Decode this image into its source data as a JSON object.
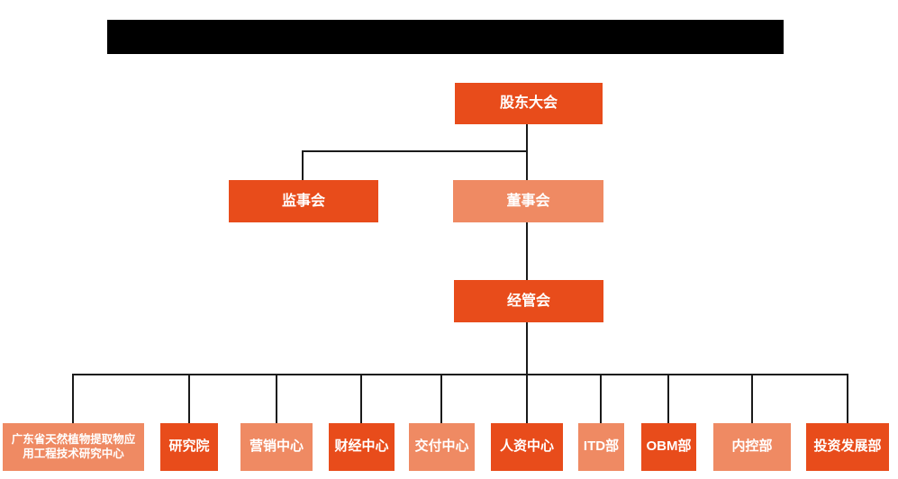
{
  "colors": {
    "node_primary": "#e84c1b",
    "node_secondary": "#ef8a63",
    "connector_line": "#1a1a1a",
    "redaction_bar": "#000000",
    "node_text": "#ffffff",
    "background": "#ffffff"
  },
  "title_bar": {
    "redacted": true
  },
  "org_chart": {
    "level1": [
      {
        "id": "shareholders-meeting",
        "label": "股东大会",
        "variant": "primary"
      }
    ],
    "level2": [
      {
        "id": "supervisory-board",
        "label": "监事会",
        "variant": "primary"
      },
      {
        "id": "board-of-directors",
        "label": "董事会",
        "variant": "secondary"
      }
    ],
    "level3": [
      {
        "id": "management-committee",
        "label": "经管会",
        "variant": "primary"
      }
    ],
    "level4": [
      {
        "id": "guangdong-research-center",
        "label": "广东省天然植物提取物应用工程技术研究中心",
        "variant": "secondary"
      },
      {
        "id": "research-institute",
        "label": "研究院",
        "variant": "primary"
      },
      {
        "id": "marketing-center",
        "label": "营销中心",
        "variant": "secondary"
      },
      {
        "id": "finance-center",
        "label": "财经中心",
        "variant": "primary"
      },
      {
        "id": "delivery-center",
        "label": "交付中心",
        "variant": "secondary"
      },
      {
        "id": "hr-center",
        "label": "人资中心",
        "variant": "primary"
      },
      {
        "id": "itd-dept",
        "label": "ITD部",
        "variant": "secondary"
      },
      {
        "id": "obm-dept",
        "label": "OBM部",
        "variant": "primary"
      },
      {
        "id": "internal-control-dept",
        "label": "内控部",
        "variant": "secondary"
      },
      {
        "id": "investment-development-dept",
        "label": "投资发展部",
        "variant": "primary"
      }
    ]
  }
}
